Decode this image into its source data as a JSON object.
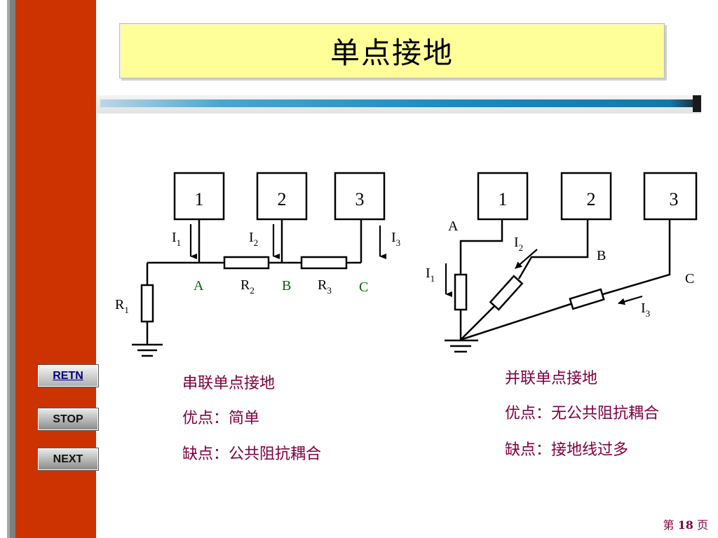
{
  "slide": {
    "title": "单点接地",
    "page_prefix": "第",
    "page_number": "18",
    "page_suffix": "页"
  },
  "nav": {
    "retn": "RETN",
    "stop": "STOP",
    "next": "NEXT"
  },
  "series_diagram": {
    "boxes": [
      "1",
      "2",
      "3"
    ],
    "currents": [
      "I",
      "I",
      "I"
    ],
    "current_subs": [
      "1",
      "2",
      "3"
    ],
    "nodes": [
      "A",
      "B",
      "C"
    ],
    "resistors": [
      "R",
      "R",
      "R"
    ],
    "resistor_subs": [
      "1",
      "2",
      "3"
    ]
  },
  "parallel_diagram": {
    "boxes": [
      "1",
      "2",
      "3"
    ],
    "nodes": [
      "A",
      "B",
      "C"
    ],
    "currents": [
      "I",
      "I",
      "I"
    ],
    "current_subs": [
      "1",
      "2",
      "3"
    ]
  },
  "captions": {
    "series_title": "串联单点接地",
    "series_pro": "优点：简单",
    "series_con": "缺点：公共阻抗耦合",
    "parallel_title": "并联单点接地",
    "parallel_pro": "优点：无公共阻抗耦合",
    "parallel_con": "缺点：接地线过多"
  },
  "colors": {
    "sidebar": "#cc3300",
    "title_bg": "#ffff99",
    "caption": "#800040",
    "node_label": "#006600"
  }
}
